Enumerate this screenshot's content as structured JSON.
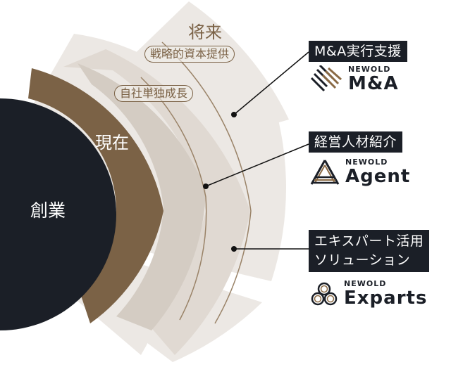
{
  "colors": {
    "dark": "#1b1f27",
    "brown": "#7b6246",
    "blade_light": "#ece8e4",
    "blade_mid": "#e0d9d2",
    "blade_deep": "#d4ccc3",
    "accent_gold": "#8a6a45"
  },
  "stages": {
    "founding": "創業",
    "present": "現在",
    "future": "将来"
  },
  "pills": {
    "independent_growth": "自社単独成長",
    "strategic_capital": "戦略的資本提供"
  },
  "services": [
    {
      "label": "M&A実行支援",
      "logo_small": "NEWOLD",
      "logo_big": "M&A",
      "logo_icon": "woven-heart-icon"
    },
    {
      "label": "経営人材紹介",
      "logo_small": "NEWOLD",
      "logo_big": "Agent",
      "logo_icon": "striped-a-icon"
    },
    {
      "label_line1": "エキスパート活用",
      "label_line2": "ソリューション",
      "logo_small": "NEWOLD",
      "logo_big": "Exparts",
      "logo_icon": "trefoil-knot-icon"
    }
  ]
}
